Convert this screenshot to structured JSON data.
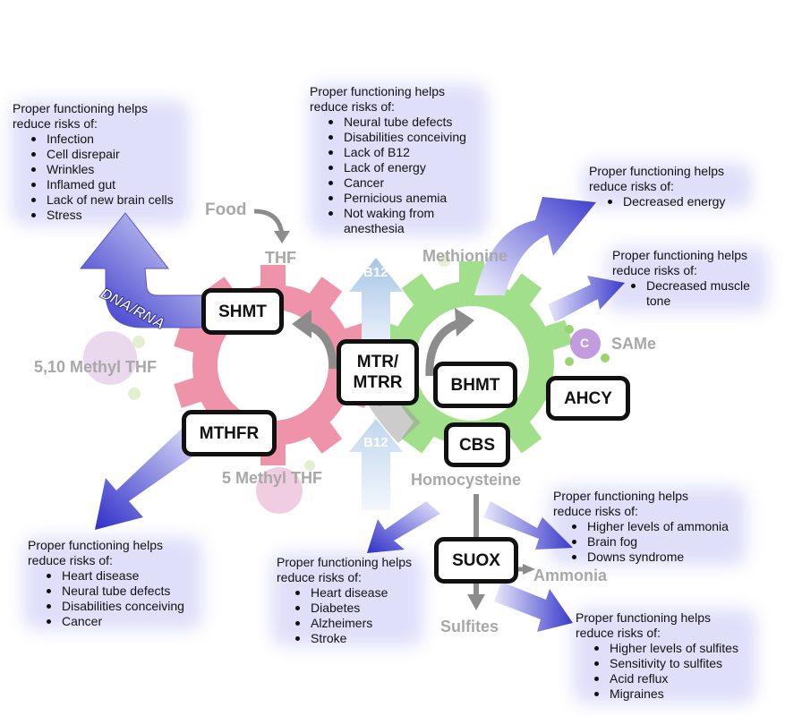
{
  "labels": {
    "food": "Food",
    "thf": "THF",
    "methionine": "Methionine",
    "same": "SAMe",
    "methyl_5_10": "5,10 Methyl THF",
    "methyl_5": "5 Methyl THF",
    "homocysteine": "Homocysteine",
    "ammonia": "Ammonia",
    "sulfites": "Sulfites",
    "b12_top": "B12",
    "b12_bottom": "B12",
    "dna_rna": "DNA/RNA",
    "carbon": "C"
  },
  "enzymes": {
    "shmt": "SHMT",
    "mtr_line1": "MTR/",
    "mtr_line2": "MTRR",
    "bhmt": "BHMT",
    "cbs": "CBS",
    "ahcy": "AHCY",
    "mthfr": "MTHFR",
    "suox": "SUOX"
  },
  "notes": {
    "shmt": {
      "head1": "Proper functioning helps",
      "head2": "reduce risks of:",
      "items": [
        "Infection",
        "Cell disrepair",
        "Wrinkles",
        "Inflamed gut",
        "Lack of new brain cells",
        "Stress"
      ]
    },
    "mtr": {
      "head1": "Proper functioning helps",
      "head2": "reduce risks of:",
      "items": [
        "Neural tube defects",
        "Disabilities conceiving",
        "Lack of B12",
        "Lack of energy",
        "Cancer",
        "Pernicious anemia",
        "Not waking from",
        "anesthesia"
      ]
    },
    "energy": {
      "head1": "Proper functioning helps",
      "head2": "reduce risks of:",
      "items": [
        "Decreased energy"
      ]
    },
    "muscle": {
      "head1": "Proper functioning helps",
      "head2": "reduce risks of:",
      "items": [
        "Decreased muscle",
        "tone"
      ]
    },
    "mthfr": {
      "head1": "Proper functioning helps",
      "head2": "reduce risks of:",
      "items": [
        "Heart disease",
        "Neural tube defects",
        "Disabilities conceiving",
        "Cancer"
      ]
    },
    "homocysteine": {
      "head1": "Proper functioning helps",
      "head2": "reduce risks of:",
      "items": [
        "Heart disease",
        "Diabetes",
        "Alzheimers",
        "Stroke"
      ]
    },
    "ammonia": {
      "head1": "Proper functioning helps",
      "head2": "reduce risks of:",
      "items": [
        "Higher levels of ammonia",
        "Brain fog",
        "Downs syndrome"
      ]
    },
    "sulfites": {
      "head1": "Proper functioning helps",
      "head2": "reduce risks of:",
      "items": [
        "Higher levels of sulfites",
        "Sensitivity to sulfites",
        "Acid reflux",
        "Migraines"
      ]
    }
  },
  "colors": {
    "folate_gear": "#e86a8a",
    "methionine_gear": "#7fd45f",
    "arrow_blue": "#4f4fd6",
    "gray_label": "#a8a8a8"
  }
}
